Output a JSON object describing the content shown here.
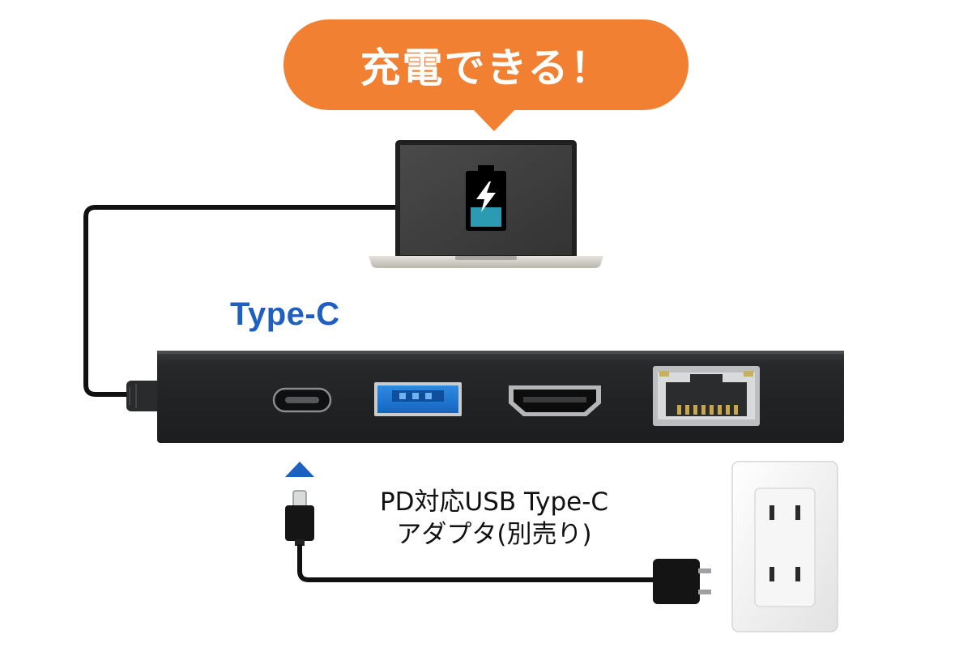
{
  "bubble": {
    "text": "充電できる！",
    "color": "#f18032"
  },
  "hub": {
    "port_label": "Type-C",
    "label_color": "#1f5fc2",
    "body_color": "#222426"
  },
  "adapter": {
    "line1": "PD対応USB Type-C",
    "line2": "アダプタ(別売り)"
  },
  "laptop": {
    "screen_color": "#3c3c3c",
    "battery_fill_color": "#2a9bb0",
    "icon": "charging-battery-icon"
  },
  "arrow": {
    "color": "#1f5fc2",
    "icon": "up-arrow-icon"
  },
  "outlet": {
    "icon": "wall-outlet-icon"
  }
}
